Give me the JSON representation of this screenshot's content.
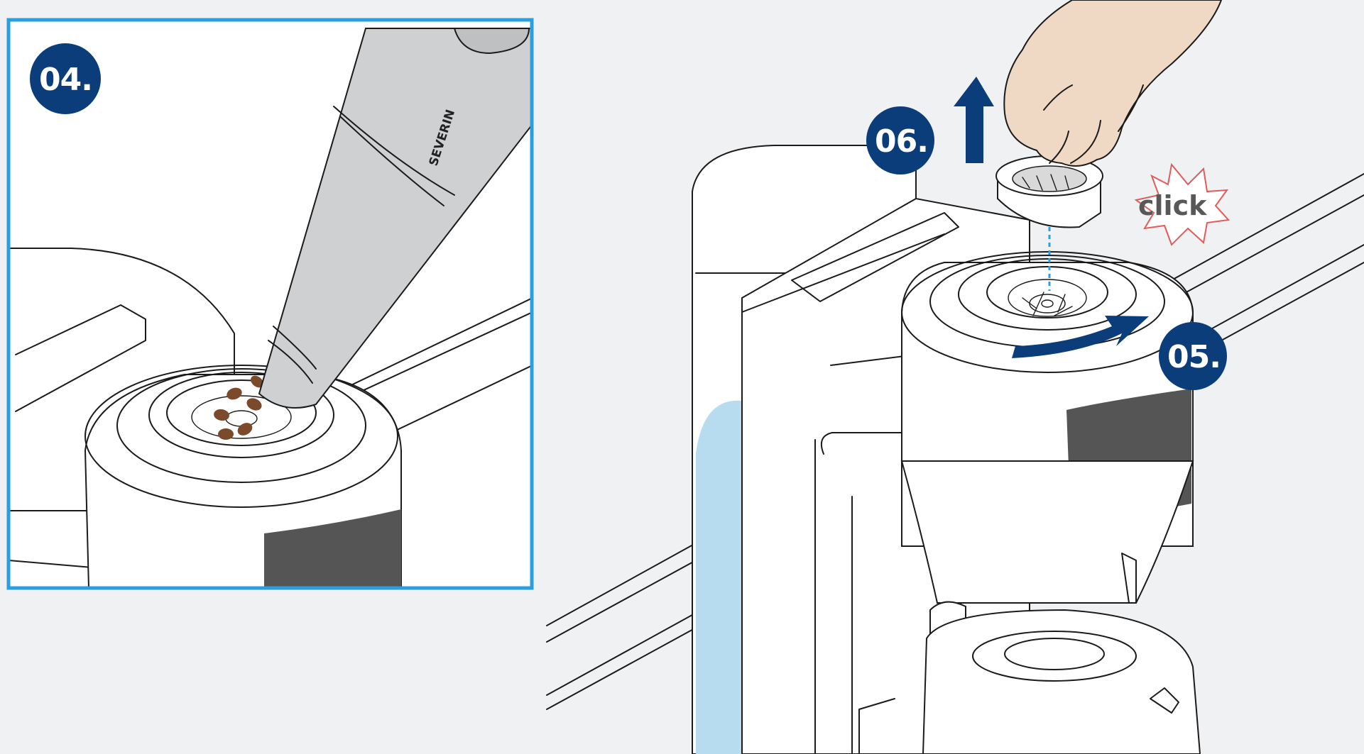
{
  "steps": {
    "step4": "04.",
    "step5": "05.",
    "step6": "06."
  },
  "brand_label": "SEVERIN",
  "click_label": "click",
  "colors": {
    "background": "#f0f1f3",
    "panel_border": "#2b9fdc",
    "badge_navy": "#0b3d7a",
    "arrow_navy": "#0b3d7a",
    "water_blue": "#b7dcef",
    "dark_panel": "#555555",
    "burst_outline": "#e35a5a"
  }
}
